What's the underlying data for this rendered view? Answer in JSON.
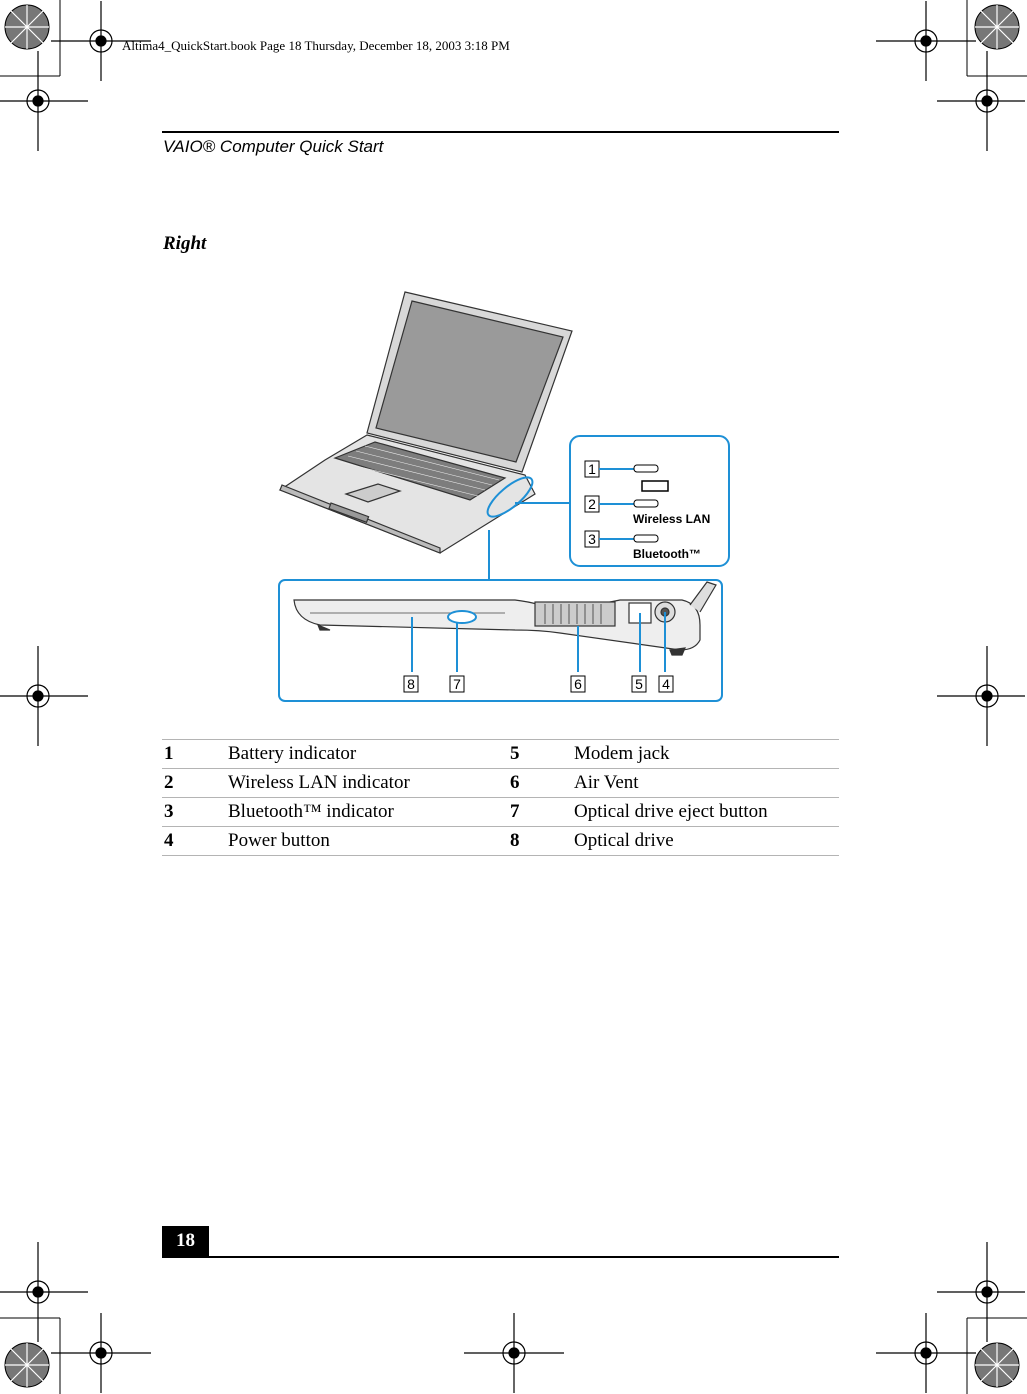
{
  "slug": "Altima4_QuickStart.book  Page 18  Thursday, December 18, 2003  3:18 PM",
  "header": {
    "running_title": "VAIO® Computer Quick Start"
  },
  "section": {
    "title": "Right"
  },
  "figure": {
    "callouts": [
      "1",
      "2",
      "3",
      "4",
      "5",
      "6",
      "7",
      "8"
    ],
    "indicator_labels": {
      "wireless": "Wireless LAN",
      "bluetooth": "Bluetooth™"
    },
    "accent_color": "#1e90d6"
  },
  "legend": {
    "rows": [
      {
        "left_num": "1",
        "left_text": "Battery indicator",
        "right_num": "5",
        "right_text": "Modem jack"
      },
      {
        "left_num": "2",
        "left_text": "Wireless LAN indicator",
        "right_num": "6",
        "right_text": "Air Vent"
      },
      {
        "left_num": "3",
        "left_text": "Bluetooth™ indicator",
        "right_num": "7",
        "right_text": "Optical drive eject button"
      },
      {
        "left_num": "4",
        "left_text": "Power button",
        "right_num": "8",
        "right_text": "Optical drive"
      }
    ]
  },
  "footer": {
    "page_number": "18"
  }
}
